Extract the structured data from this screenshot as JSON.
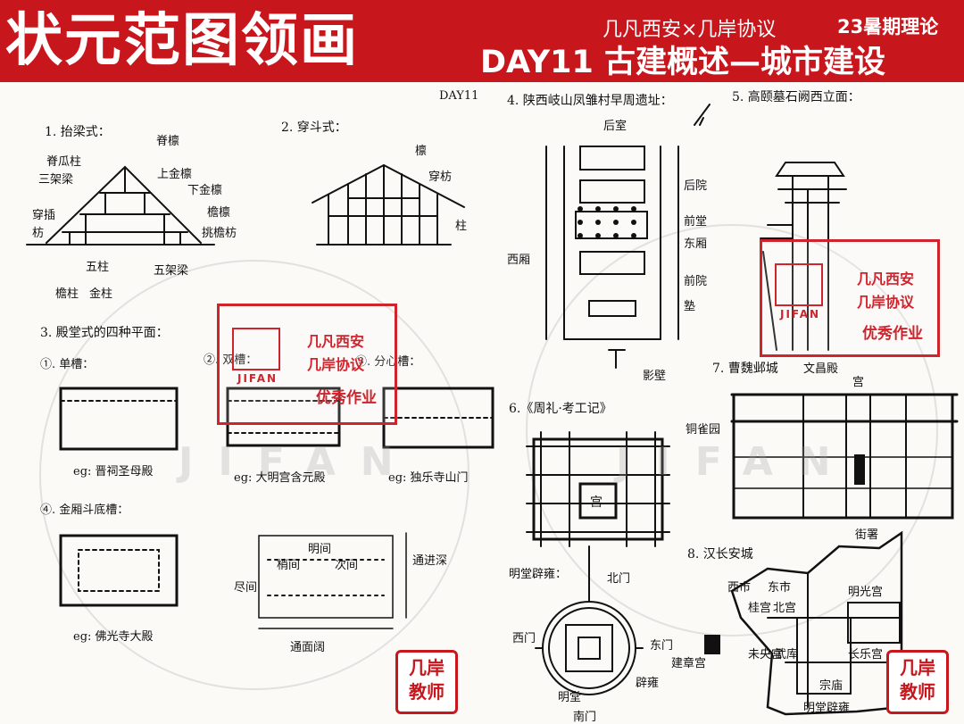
{
  "header": {
    "main_title": "状元范图领画",
    "collab": "几凡西安×几岸协议",
    "term": "23暑期理论",
    "day_title": "DAY11 古建概述—城市建设"
  },
  "watermark": {
    "text": "JIFAN"
  },
  "stamps": [
    {
      "line1": "几凡西安",
      "line2": "几岸协议",
      "line3": "优秀作业",
      "logo": "JIFAN"
    },
    {
      "line1": "几凡西安",
      "line2": "几岸协议",
      "line3": "优秀作业",
      "logo": "JIFAN"
    }
  ],
  "badges": [
    {
      "line1": "几岸",
      "line2": "教师"
    },
    {
      "line1": "几岸",
      "line2": "教师"
    }
  ],
  "sketch": {
    "day_tag": "DAY11",
    "s1": {
      "title": "1. 抬梁式：",
      "labels": [
        "脊檩",
        "脊瓜柱",
        "三架梁",
        "上金檩",
        "下金檩",
        "檐檩",
        "挑檐枋",
        "穿插枋",
        "五柱",
        "五架梁",
        "檐柱",
        "金柱"
      ]
    },
    "s2": {
      "title": "2. 穿斗式：",
      "labels": [
        "檩",
        "穿枋",
        "柱"
      ]
    },
    "s3": {
      "title": "3. 殿堂式的四种平面：",
      "p1": "①. 单槽：",
      "p2": "②. 双槽：",
      "p3": "③. 分心槽：",
      "p4": "④. 金厢斗底槽：",
      "ex1": "eg: 晋祠圣母殿",
      "ex2": "eg: 大明宫含元殿",
      "ex3": "eg: 独乐寺山门",
      "ex4": "eg: 佛光寺大殿",
      "plan_labels": [
        "明间",
        "次间",
        "梢间",
        "尽间",
        "通进深",
        "通面阔"
      ]
    },
    "s4": {
      "title": "4. 陕西岐山凤雏村早周遗址：",
      "labels": [
        "后室",
        "后院",
        "前堂",
        "东厢",
        "西厢",
        "前院",
        "塾",
        "影壁"
      ]
    },
    "s5": {
      "title": "5. 高颐墓石阙西立面："
    },
    "s6": {
      "title": "6.《周礼·考工记》",
      "center": "宫",
      "s6b_title": "明堂辟雍：",
      "s6b_labels": [
        "北门",
        "东门",
        "西门",
        "南门",
        "明堂",
        "辟雍"
      ]
    },
    "s7": {
      "title": "7. 曹魏邺城",
      "labels": [
        "文昌殿",
        "宫",
        "铜雀园"
      ]
    },
    "s8": {
      "title": "8. 汉长安城",
      "labels": [
        "街署",
        "西市",
        "东市",
        "桂宫",
        "北宫",
        "明光宫",
        "长乐宫",
        "未央宫",
        "武库",
        "建章宫",
        "宗庙",
        "明堂辟雍"
      ]
    }
  }
}
